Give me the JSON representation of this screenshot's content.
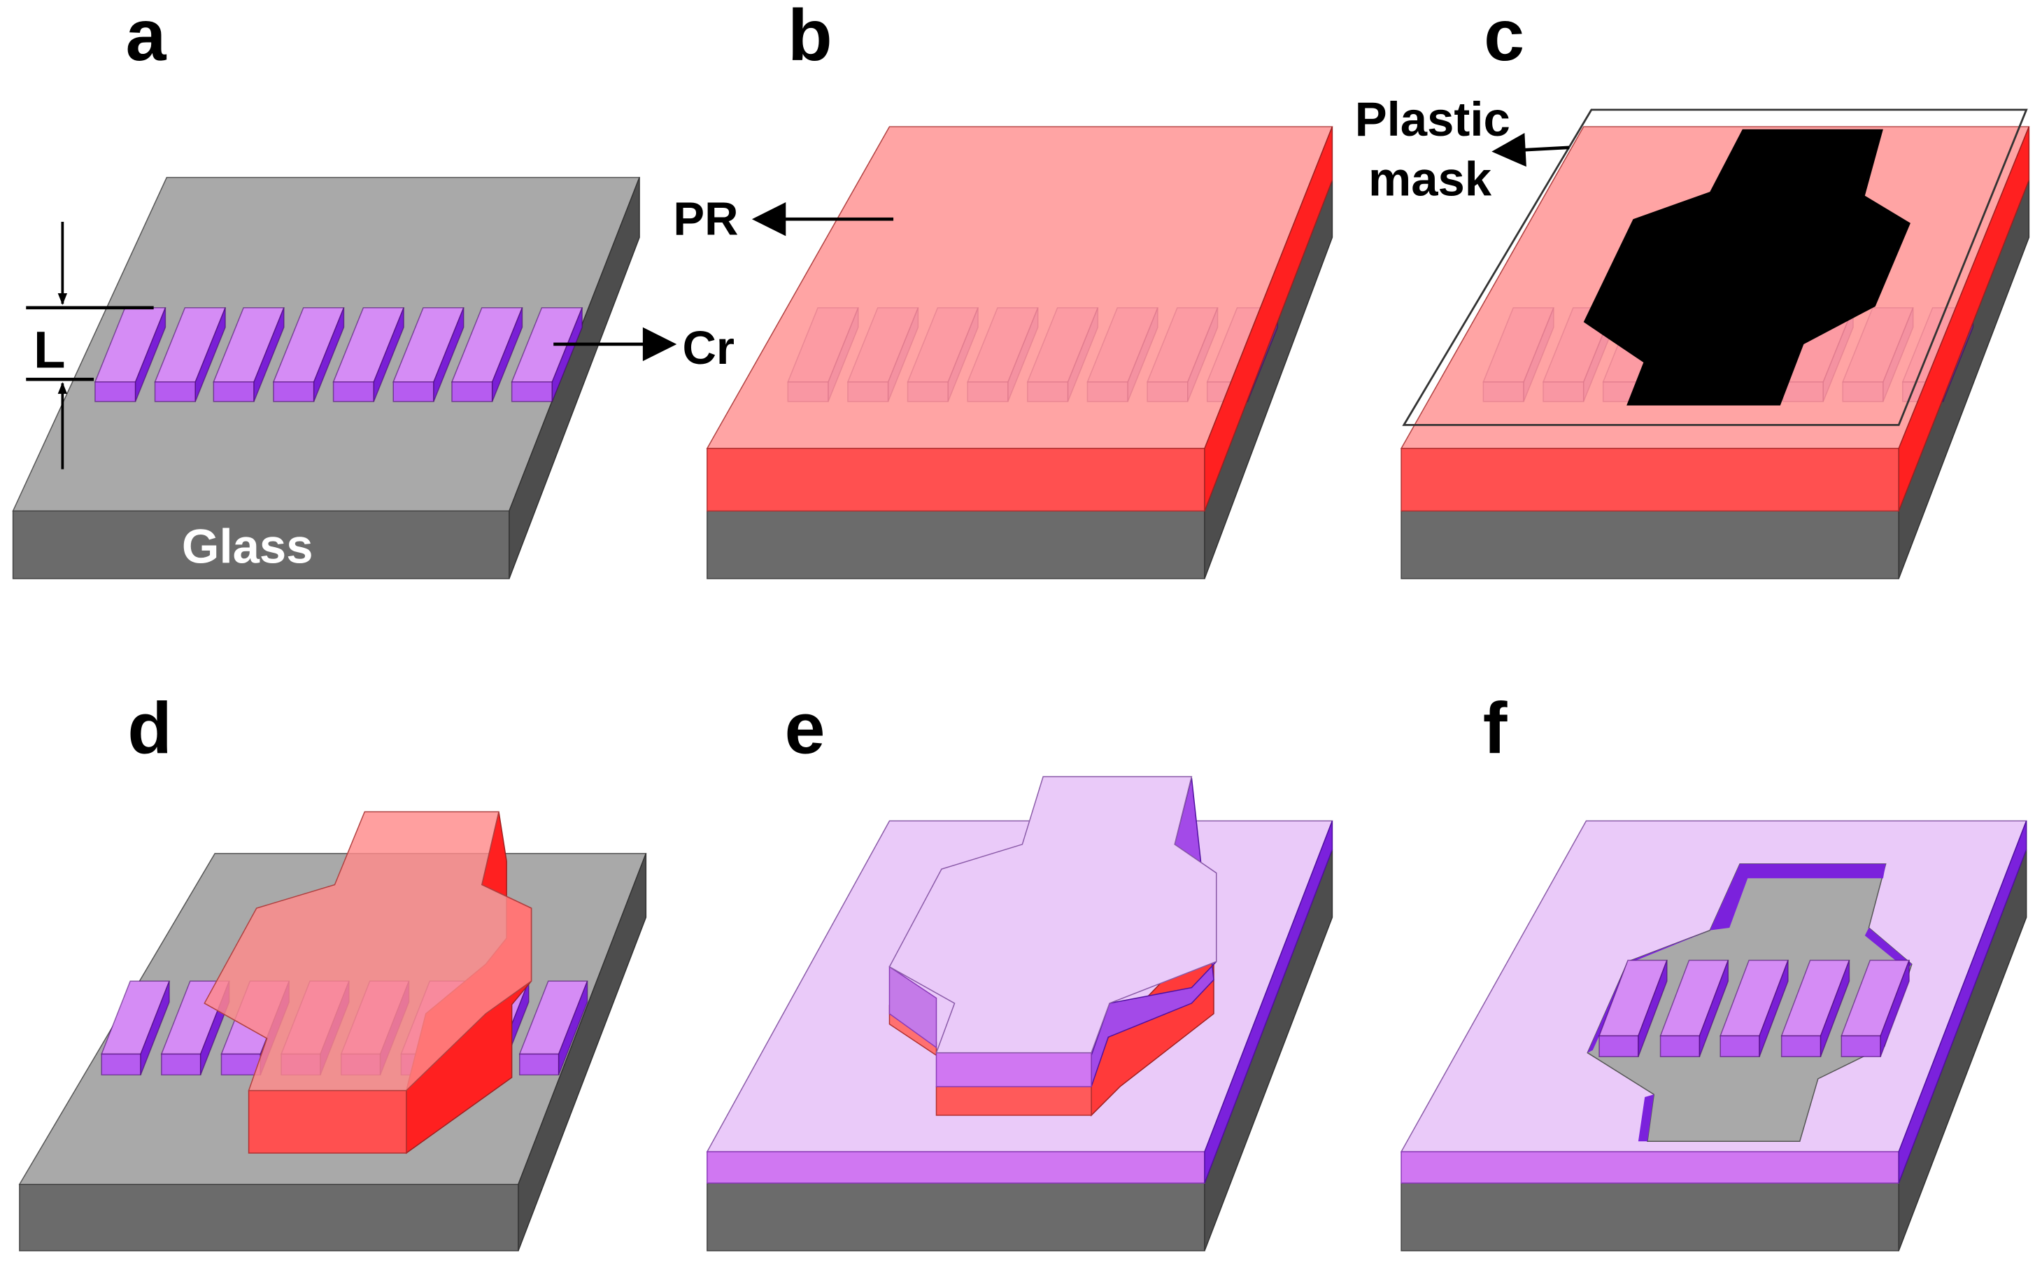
{
  "panels": {
    "a": {
      "label": "a",
      "glass_label": "Glass",
      "dimension_label": "L",
      "cr_label": "Cr"
    },
    "b": {
      "label": "b",
      "pr_label": "PR"
    },
    "c": {
      "label": "c",
      "mask_label_line1": "Plastic",
      "mask_label_line2": "mask"
    },
    "d": {
      "label": "d"
    },
    "e": {
      "label": "e"
    },
    "f": {
      "label": "f"
    }
  },
  "colors": {
    "glass_top": "#a9a9a9",
    "glass_front": "#6b6b6b",
    "glass_side": "#4d4d4d",
    "cr_top": "#d58cf5",
    "cr_front": "#b65cf0",
    "cr_side": "#7a1fd6",
    "pr_top": "#ff9c9c",
    "pr_front": "#ff5050",
    "pr_side": "#ff2020",
    "metal_top": "#eacaf9",
    "metal_front": "#d077f2",
    "metal_side": "#7b21dc",
    "mask": "#000000"
  }
}
